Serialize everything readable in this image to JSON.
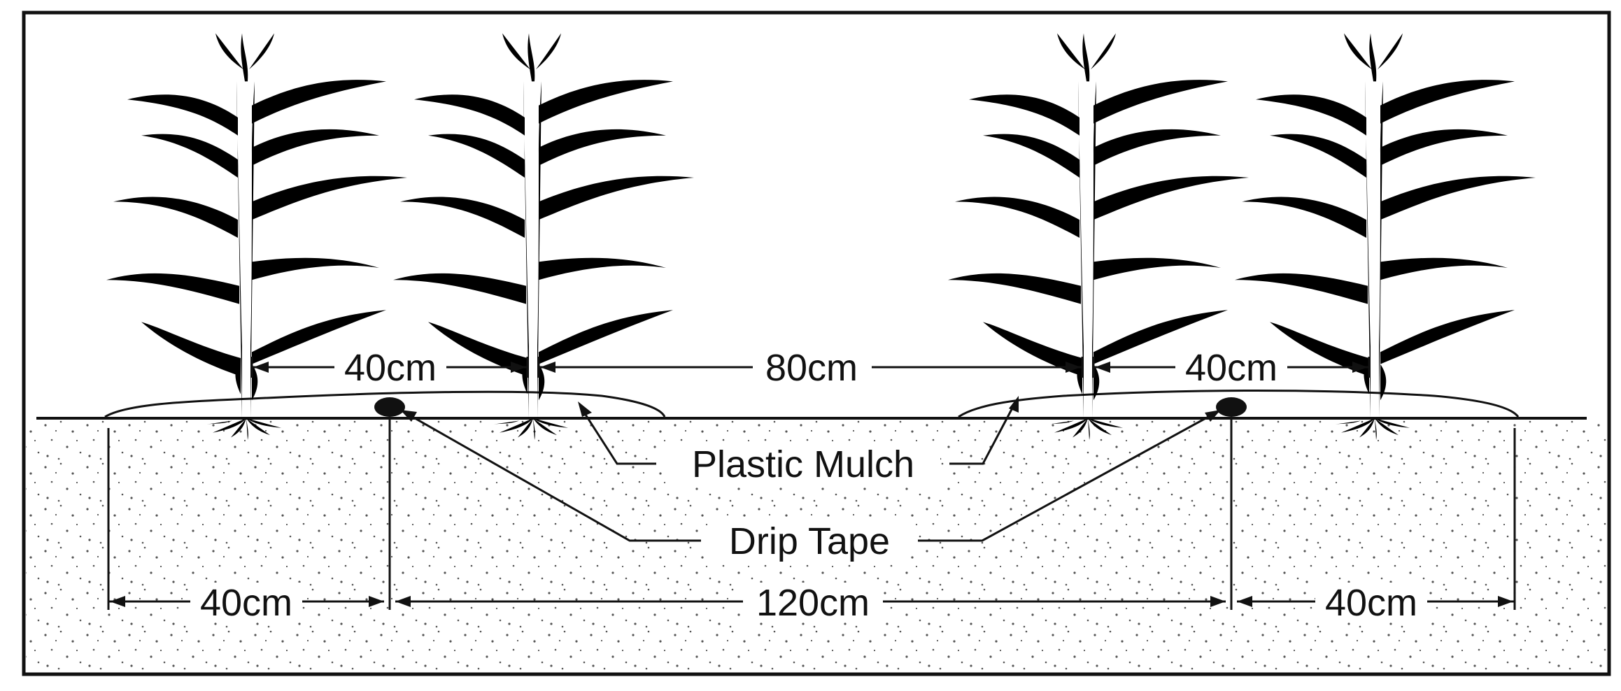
{
  "diagram": {
    "top_dimensions": [
      {
        "label": "40cm"
      },
      {
        "label": "80cm"
      },
      {
        "label": "40cm"
      }
    ],
    "bottom_dimensions": [
      {
        "label": "40cm"
      },
      {
        "label": "120cm"
      },
      {
        "label": "40cm"
      }
    ],
    "callouts": {
      "mulch": "Plastic Mulch",
      "drip": "Drip Tape"
    },
    "colors": {
      "line": "#111111",
      "soil_dots": "#555555",
      "background": "#ffffff"
    }
  }
}
